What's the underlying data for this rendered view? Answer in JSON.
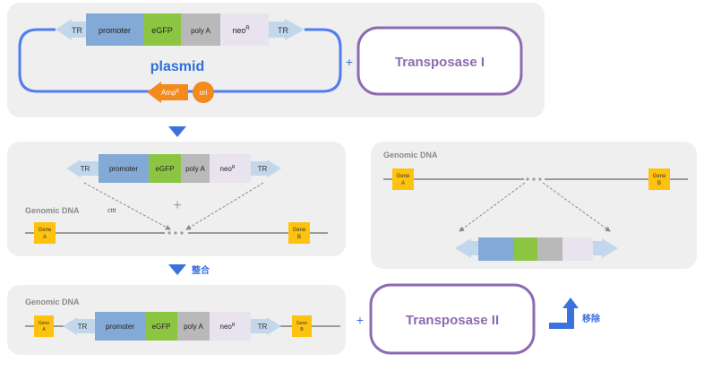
{
  "panel_top": {
    "plasmid": {
      "tr_left": "TR",
      "promoter": "promoter",
      "egfp": "eGFP",
      "polya": "poly A",
      "neo": "neo",
      "neo_sup": "R",
      "tr_right": "TR",
      "label": "plasmid",
      "amp": "Amp",
      "amp_sup": "R",
      "ori": "ori"
    },
    "plus": "+",
    "transposase": "Transposase I"
  },
  "panel_mid_left": {
    "cassette": {
      "tr_left": "TR",
      "promoter": "promoter",
      "egfp": "eGFP",
      "polya": "poly A",
      "neo": "neo",
      "neo_sup": "R",
      "tr_right": "TR"
    },
    "plus": "+",
    "genomic_label": "Genomic DNA",
    "site_label": "cttt",
    "gene_a": [
      "Gene",
      "A"
    ],
    "gene_b": [
      "Gene",
      "B"
    ]
  },
  "step_integrate": "整合",
  "panel_mid_right": {
    "genomic_label": "Genomic DNA",
    "gene_a": [
      "Gene",
      "A"
    ],
    "gene_b": [
      "Gene",
      "B"
    ]
  },
  "panel_bottom": {
    "genomic_label": "Genomic DNA",
    "gene_a": [
      "Gene",
      "A"
    ],
    "gene_b": [
      "Gene",
      "B"
    ],
    "cassette": {
      "tr_left": "TR",
      "promoter": "promoter",
      "egfp": "eGFP",
      "polya": "poly A",
      "neo": "neo",
      "neo_sup": "R",
      "tr_right": "TR"
    }
  },
  "plus_bottom": "+",
  "transposase_2": "Transposase II",
  "step_excise": "移除",
  "colors": {
    "panel": "#efeff0",
    "tr": "#c3d7ec",
    "promoter": "#83a9d6",
    "egfp": "#8cc542",
    "polya": "#b9b9b9",
    "neo": "#e9e2ef",
    "gene": "#ffc20e",
    "blue": "#3b72dc",
    "purple": "#8e6bb0",
    "orange": "#f28a1e",
    "dna": "#9b9b9b"
  }
}
